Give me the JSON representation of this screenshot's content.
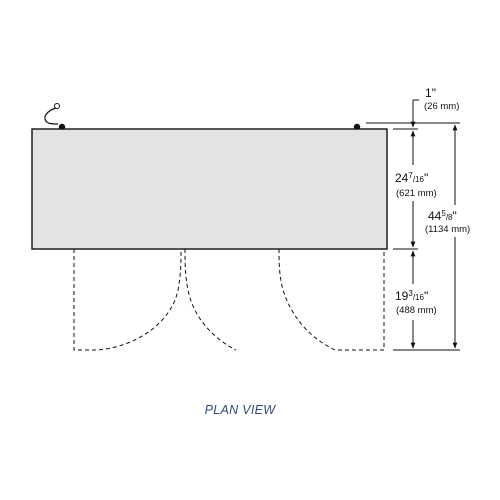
{
  "caption": "PLAN VIEW",
  "colors": {
    "cabinet_fill": "#e3e3e3",
    "outline": "#111111",
    "caption": "#2b4a7a"
  },
  "icons": {
    "cord": "power-cord-icon",
    "caster_left": "caster-dot-icon",
    "caster_right": "caster-dot-icon"
  },
  "dimensions": {
    "gap": {
      "whole": "1",
      "inch_mark": "\"",
      "metric": "(26 mm)"
    },
    "depth": {
      "whole": "24",
      "num": "7",
      "den": "/16",
      "inch_mark": "\"",
      "metric": "(621 mm)"
    },
    "door_swing": {
      "whole": "19",
      "num": "3",
      "den": "/16",
      "inch_mark": "\"",
      "metric": "(488 mm)"
    },
    "total": {
      "whole": "44",
      "num": "5",
      "den": "/8",
      "inch_mark": "\"",
      "metric": "(1134 mm)"
    }
  }
}
